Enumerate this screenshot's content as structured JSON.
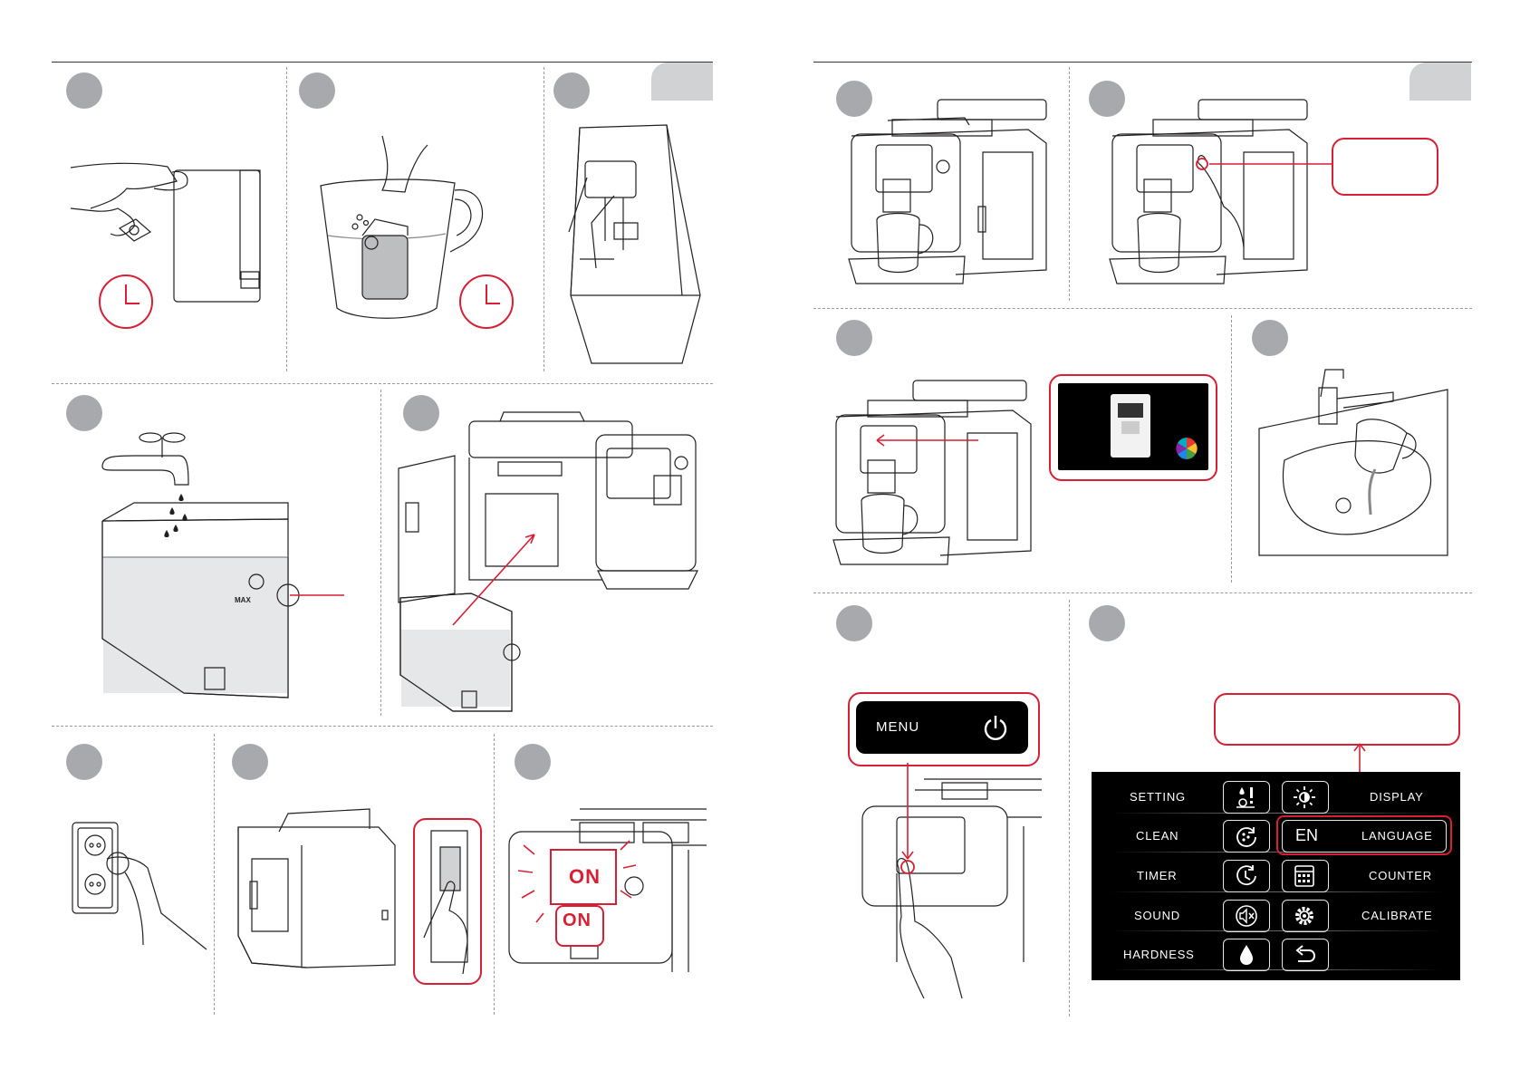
{
  "left_page": {
    "steps": [
      "",
      "",
      "",
      "",
      "",
      "",
      "",
      ""
    ],
    "tank_label": "MAX",
    "power_state_large": "ON",
    "power_state_small": "ON"
  },
  "right_page": {
    "menu_button": {
      "label": "MENU",
      "icon": "power-icon"
    },
    "control_panel": {
      "items": [
        {
          "label": "SETTING",
          "icon": "setting-drops-icon"
        },
        {
          "label": "DISPLAY",
          "icon": "brightness-icon"
        },
        {
          "label": "CLEAN",
          "icon": "clean-cycle-icon"
        },
        {
          "label": "LANGUAGE",
          "icon": "language-icon",
          "value": "EN",
          "highlighted": true
        },
        {
          "label": "TIMER",
          "icon": "clock-icon"
        },
        {
          "label": "COUNTER",
          "icon": "counter-icon"
        },
        {
          "label": "SOUND",
          "icon": "mute-icon"
        },
        {
          "label": "CALIBRATE",
          "icon": "gear-icon"
        },
        {
          "label": "HARDNESS",
          "icon": "water-drop-icon"
        },
        {
          "label": "",
          "icon": "back-arrow-icon"
        }
      ]
    }
  },
  "colors": {
    "accent": "#d71f35",
    "step_marker": "#a7a9ac",
    "panel_bg": "#000000"
  }
}
